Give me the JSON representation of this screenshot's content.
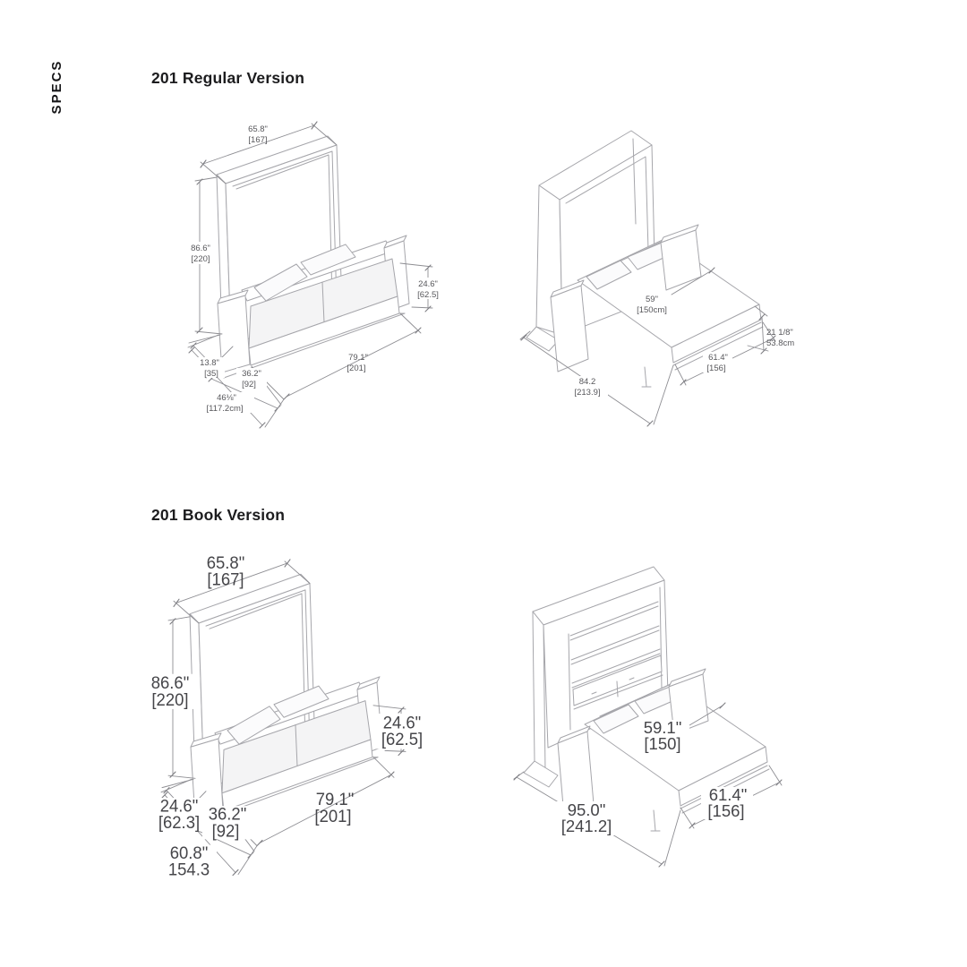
{
  "page": {
    "sidebar_label": "SPECS"
  },
  "colors": {
    "art_line": "#a6a6ab",
    "dim_line": "#8e8e93",
    "dim_text_small": "#57575b",
    "dim_text_large": "#454549",
    "heading_text": "#1c1c1e"
  },
  "sections": {
    "regular": {
      "title": "201 Regular Version",
      "closed": {
        "width_in": "65.8\"",
        "width_cm": "[167]",
        "height_in": "86.6\"",
        "height_cm": "[220]",
        "sofa_height_in": "24.6\"",
        "sofa_height_cm": "[62.5]",
        "panel_depth_in": "13.8\"",
        "panel_depth_cm": "[35]",
        "seat_depth_in": "36.2\"",
        "seat_depth_cm": "[92]",
        "sofa_width_in": "79.1\"",
        "sofa_width_cm": "[201]",
        "total_depth_in": "46⅛\"",
        "total_depth_cm": "[117.2cm]"
      },
      "open": {
        "mattress_width_in": "59\"",
        "mattress_width_cm": "[150cm]",
        "bed_height_in": "21 1/8\"",
        "bed_height_cm": "53.8cm",
        "bed_length_in": "61.4\"",
        "bed_length_cm": "[156]",
        "open_depth_in": "84.2",
        "open_depth_cm": "[213.9]"
      }
    },
    "book": {
      "title": "201 Book Version",
      "closed": {
        "width_in": "65.8\"",
        "width_cm": "[167]",
        "height_in": "86.6\"",
        "height_cm": "[220]",
        "sofa_height_in": "24.6\"",
        "sofa_height_cm": "[62.5]",
        "panel_depth_in": "24.6\"",
        "panel_depth_cm": "[62.3]",
        "seat_depth_in": "36.2\"",
        "seat_depth_cm": "[92]",
        "sofa_width_in": "79.1\"",
        "sofa_width_cm": "[201]",
        "total_depth_in": "60.8\"",
        "total_depth_cm": "154.3"
      },
      "open": {
        "mattress_width_in": "59.1\"",
        "mattress_width_cm": "[150]",
        "bed_length_in": "61.4\"",
        "bed_length_cm": "[156]",
        "open_depth_in": "95.0\"",
        "open_depth_cm": "[241.2]"
      }
    }
  }
}
